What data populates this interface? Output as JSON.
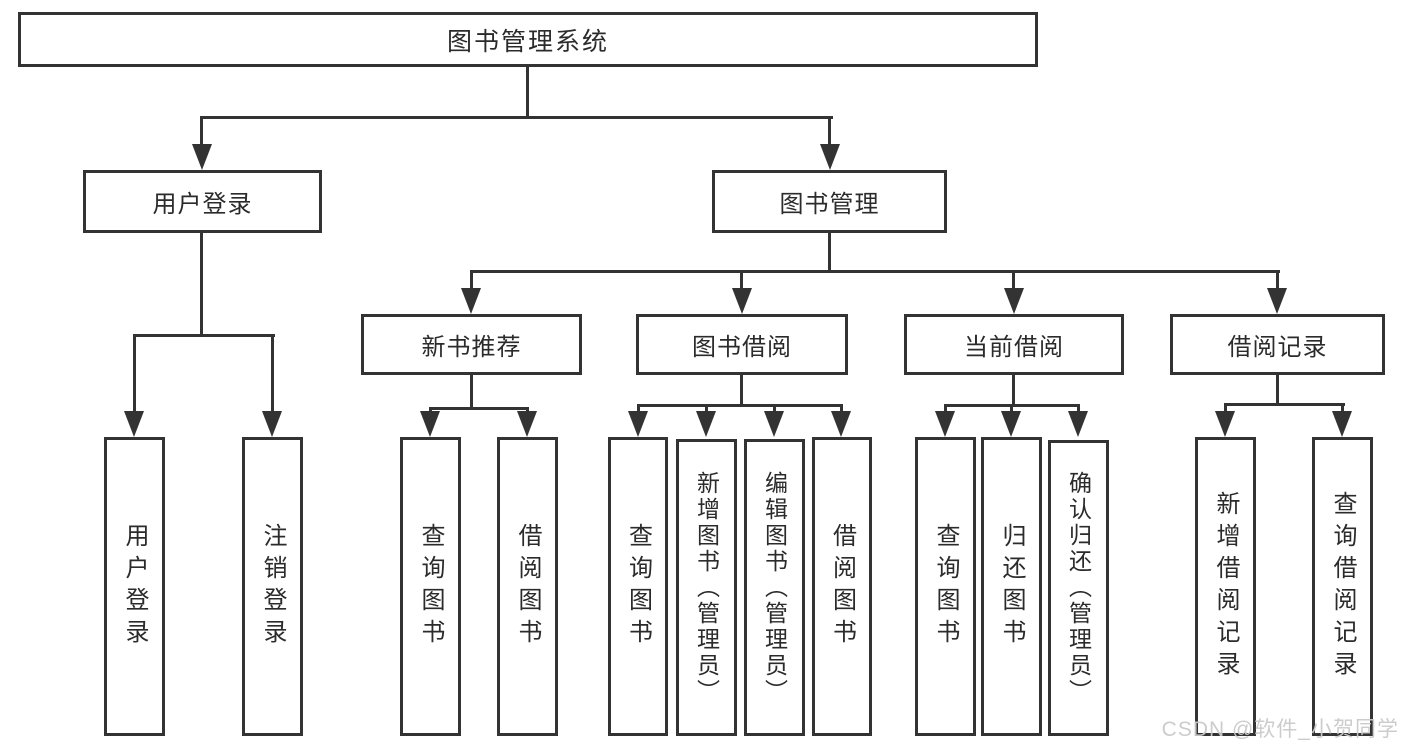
{
  "diagram": {
    "title": "图书管理系统",
    "type": "tree",
    "tree": {
      "root": {
        "label": "图书管理系统",
        "children": [
          {
            "label": "用户登录",
            "children": [
              {
                "label": "用户登录"
              },
              {
                "label": "注销登录"
              }
            ]
          },
          {
            "label": "图书管理",
            "children": [
              {
                "label": "新书推荐",
                "children": [
                  {
                    "label": "查询图书"
                  },
                  {
                    "label": "借阅图书"
                  }
                ]
              },
              {
                "label": "图书借阅",
                "children": [
                  {
                    "label": "查询图书"
                  },
                  {
                    "label": "新增图书（管理员）"
                  },
                  {
                    "label": "编辑图书（管理员）"
                  },
                  {
                    "label": "借阅图书"
                  }
                ]
              },
              {
                "label": "当前借阅",
                "children": [
                  {
                    "label": "查询图书"
                  },
                  {
                    "label": "归还图书"
                  },
                  {
                    "label": "确认归还（管理员）"
                  }
                ]
              },
              {
                "label": "借阅记录",
                "children": [
                  {
                    "label": "新增借阅记录"
                  },
                  {
                    "label": "查询借阅记录"
                  }
                ]
              }
            ]
          }
        ]
      }
    },
    "watermark": "CSDN @软件_小贺同学",
    "colors": {
      "line": "#333333",
      "text": "#2b2b2b",
      "background": "#ffffff",
      "watermark": "#c9c9c9"
    }
  }
}
